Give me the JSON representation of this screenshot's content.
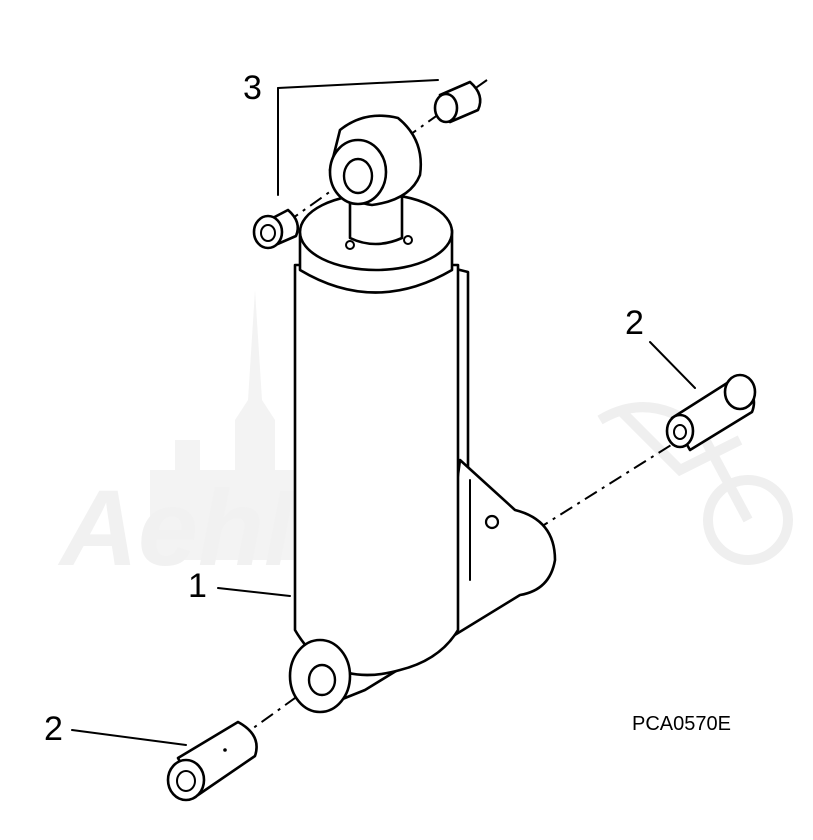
{
  "diagram": {
    "figure_code": "PCA0570E",
    "watermark_text": "AehMoto",
    "callouts": [
      {
        "id": "1",
        "label": "1"
      },
      {
        "id": "2a",
        "label": "2"
      },
      {
        "id": "2b",
        "label": "2"
      },
      {
        "id": "3",
        "label": "3"
      }
    ]
  }
}
